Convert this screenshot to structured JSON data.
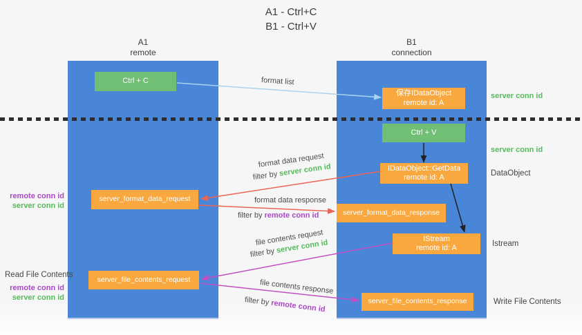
{
  "title": {
    "line1": "A1 - Ctrl+C",
    "line2": "B1 - Ctrl+V"
  },
  "lanes": {
    "left": {
      "name": "A1",
      "role": "remote"
    },
    "right": {
      "name": "B1",
      "role": "connection"
    }
  },
  "nodes": {
    "ctrl_c": {
      "label": "Ctrl + C"
    },
    "save_idataobject": {
      "line1": "保存IDataObject",
      "line2": "remote id: A"
    },
    "ctrl_v": {
      "label": "Ctrl + V"
    },
    "getdata": {
      "line1": "IDataObject::GetData",
      "line2": "remote id: A"
    },
    "server_format_data_request": {
      "label": "server_format_data_request"
    },
    "server_format_data_response": {
      "label": "server_format_data_response"
    },
    "istream": {
      "line1": "IStream",
      "line2": "remote id: A"
    },
    "server_file_contents_request": {
      "label": "server_file_contents_request"
    },
    "server_file_contents_response": {
      "label": "server_file_contents_response"
    }
  },
  "arrow_labels": {
    "format_list": "format list",
    "format_data_request": "format data request",
    "format_data_response": "format data response",
    "file_contents_request": "file contents request",
    "file_contents_response": "file contents response",
    "filter_by": "filter by",
    "server_conn_id": "server conn id",
    "remote_conn_id": "remote conn id"
  },
  "side_labels": {
    "right": {
      "server_conn_id_1": "server conn id",
      "server_conn_id_2": "server conn id",
      "dataobject": "DataObject",
      "istream": "Istream",
      "write_file_contents": "Write File Contents"
    },
    "left": {
      "remote_conn_id_1": "remote conn id",
      "server_conn_id_1": "server conn id",
      "read_file_contents": "Read File Contents",
      "remote_conn_id_2": "remote conn id",
      "server_conn_id_2": "server conn id"
    }
  },
  "colors": {
    "lane_blue": "#4a86d8",
    "node_orange": "#f8a83e",
    "node_green": "#71bf74",
    "green_text": "#55bb59",
    "purple_text": "#ab47c8",
    "arrow_red": "#ed6455",
    "arrow_magenta": "#c24ec2",
    "arrow_lightblue": "#a8d3f0",
    "arrow_black": "#222222"
  }
}
